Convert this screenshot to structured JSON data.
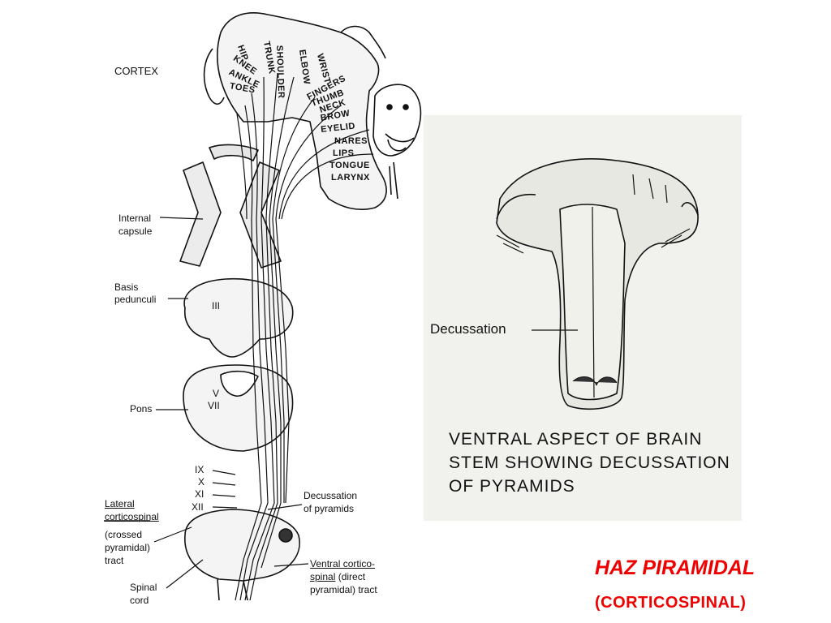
{
  "title": "HAZ PIRAMIDAL",
  "subtitle": "(CORTICOSPINAL)",
  "colors": {
    "title": "#ef0000",
    "ink": "#111111",
    "right_panel_bg": "#f1f1ed"
  },
  "left_diagram": {
    "cortex": "CORTEX",
    "internal_capsule": [
      "Internal",
      "capsule"
    ],
    "basis_pedunculi": [
      "Basis",
      "pedunculi"
    ],
    "pons": "Pons",
    "lateral_tract": {
      "underlined": [
        "Lateral",
        "corticospinal"
      ],
      "rest": [
        "(crossed",
        "pyramidal)",
        "tract"
      ]
    },
    "spinal_cord": [
      "Spinal",
      "cord"
    ],
    "decussation": [
      "Decussation",
      "of pyramids"
    ],
    "ventral_tract": {
      "underlined1": "Ventral cortico-",
      "underlined2": "spinal",
      "rest2": " (direct",
      "line3": "pyramidal) tract"
    },
    "cranial_nerves": {
      "iii": "III",
      "v": "V",
      "vii": "VII",
      "lower": [
        "IX",
        "X",
        "XI",
        "XII"
      ]
    },
    "homunculus": [
      "HIP",
      "KNEE",
      "ANKLE",
      "TOES",
      "TRUNK",
      "SHOULDER",
      "ELBOW",
      "WRIST",
      "FINGERS",
      "THUMB",
      "NECK",
      "BROW",
      "EYELID",
      "NARES",
      "LIPS",
      "TONGUE",
      "LARYNX"
    ]
  },
  "right_diagram": {
    "decussation": "Decussation",
    "caption": [
      "VENTRAL ASPECT OF BRAIN",
      "STEM SHOWING DECUSSATION",
      "OF PYRAMIDS"
    ]
  }
}
